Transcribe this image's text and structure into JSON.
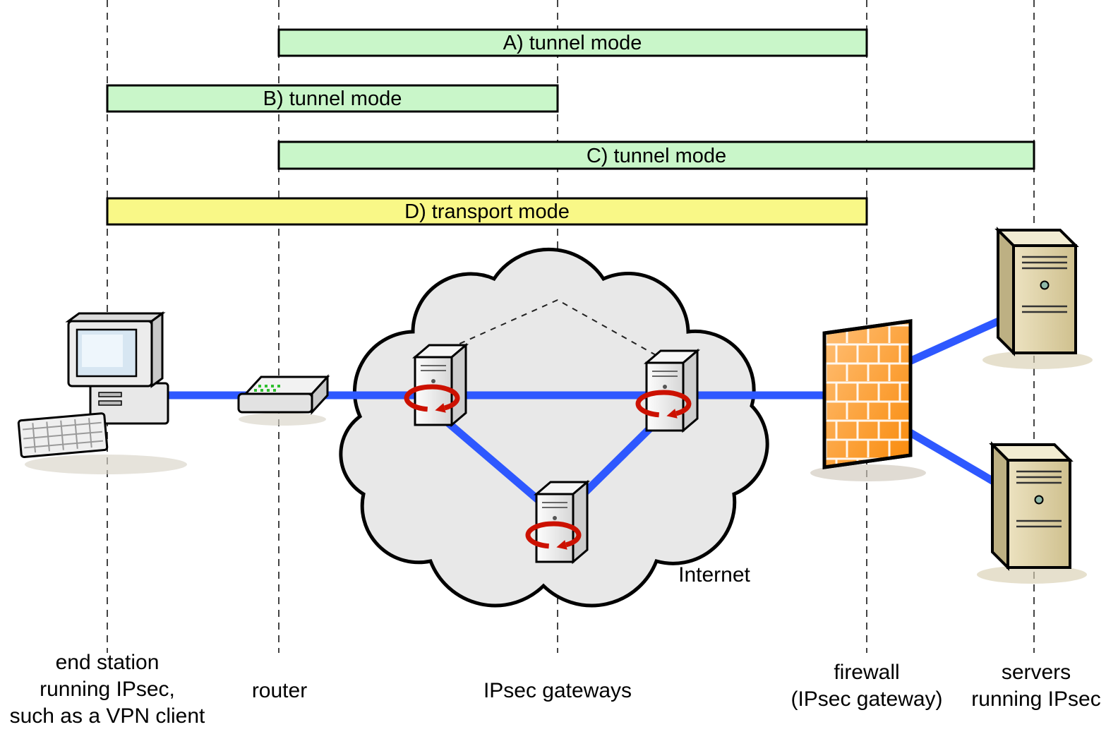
{
  "diagram": {
    "bars": [
      {
        "label": "A) tunnel mode",
        "mode": "tunnel"
      },
      {
        "label": "B) tunnel mode",
        "mode": "tunnel"
      },
      {
        "label": "C) tunnel mode",
        "mode": "tunnel"
      },
      {
        "label": "D) transport mode",
        "mode": "transport"
      }
    ],
    "cloud_label": "Internet",
    "node_labels": {
      "end_station": [
        "end station",
        "running IPsec,",
        "such as a VPN client"
      ],
      "router": "router",
      "gateways": "IPsec gateways",
      "firewall": [
        "firewall",
        "(IPsec gateway)"
      ],
      "servers": [
        "servers",
        "running IPsec"
      ]
    },
    "colors": {
      "tunnel_bar": "#c9f6c9",
      "transport_bar": "#f9f887",
      "link": "#2e58ff",
      "cloud": "#e8e8e8",
      "firewall": "#f98a0a",
      "arrow": "#cc1100"
    }
  }
}
